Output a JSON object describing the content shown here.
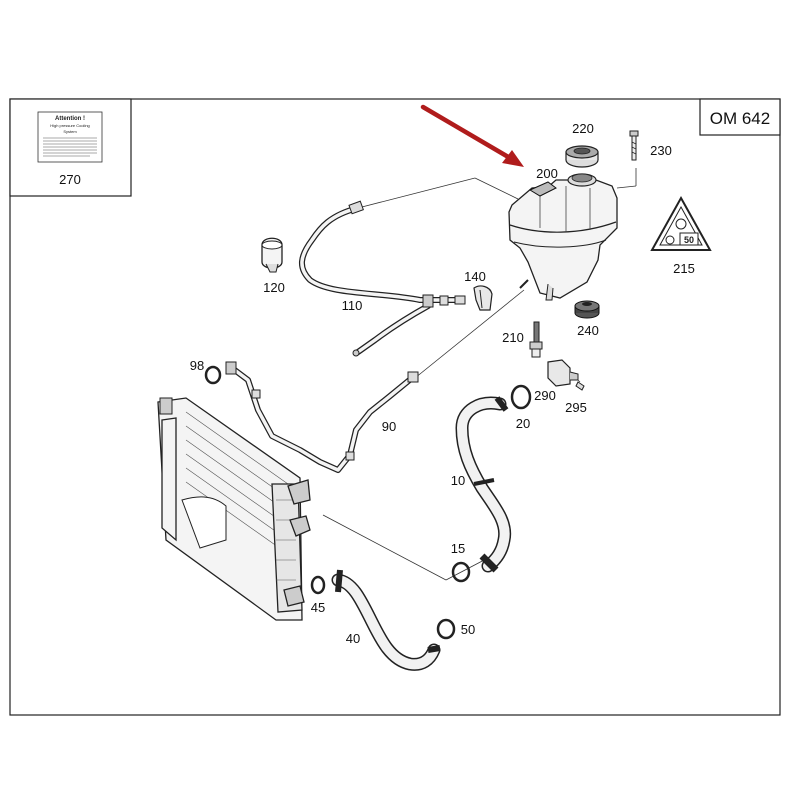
{
  "diagram": {
    "model_label": "OM 642",
    "warning_label": {
      "title": "Attention !",
      "subtitle": "High pressure Cooling",
      "system": "System"
    },
    "callouts": [
      {
        "id": "270",
        "text": "270"
      },
      {
        "id": "220",
        "text": "220"
      },
      {
        "id": "230",
        "text": "230"
      },
      {
        "id": "200",
        "text": "200"
      },
      {
        "id": "215",
        "text": "215"
      },
      {
        "id": "120",
        "text": "120"
      },
      {
        "id": "140",
        "text": "140"
      },
      {
        "id": "110",
        "text": "110"
      },
      {
        "id": "240",
        "text": "240"
      },
      {
        "id": "210",
        "text": "210"
      },
      {
        "id": "98",
        "text": "98"
      },
      {
        "id": "290",
        "text": "290"
      },
      {
        "id": "295",
        "text": "295"
      },
      {
        "id": "90",
        "text": "90"
      },
      {
        "id": "20",
        "text": "20"
      },
      {
        "id": "10",
        "text": "10"
      },
      {
        "id": "15",
        "text": "15"
      },
      {
        "id": "45",
        "text": "45"
      },
      {
        "id": "50",
        "text": "50"
      },
      {
        "id": "40",
        "text": "40"
      }
    ],
    "warning_symbol_value": "50",
    "highlight_arrow_color": "#b01c1c"
  }
}
